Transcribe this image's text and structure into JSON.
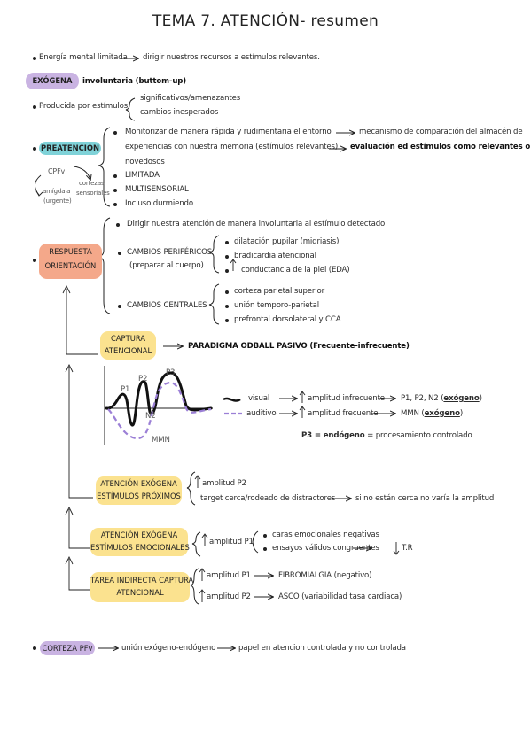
{
  "title": "TEMA 7. ATENCIÓN- resumen",
  "intro": {
    "left": "Energía mental limitada",
    "right": "dirigir nuestros recursos a estímulos relevantes."
  },
  "exogena": {
    "label": "EXÓGENA",
    "type": "involuntaria (buttom-up)",
    "produced_by": "Producida por estímulos",
    "stimuli": [
      "significativos/amenazantes",
      "cambios inesperados"
    ]
  },
  "preatencion": {
    "label": "PREATENCIÓN",
    "diagram": {
      "cpfv": "CPFv",
      "amigdala": "amígdala",
      "urgente": "(urgente)",
      "cortezas": "cortezas",
      "sensoriales": "sensoriales"
    },
    "items": [
      {
        "line1": "Monitorizar de manera rápida y rudimentaria el entorno",
        "arrow_text": "mecanismo de comparación del almacén de",
        "line2": "experiencias con nuestra memoria (estímulos relevantes)",
        "arrow_text2": "evaluación ed estímulos como relevantes o",
        "line3": "novedosos"
      },
      {
        "text": "LIMITADA"
      },
      {
        "text": "MULTISENSORIAL"
      },
      {
        "text": "Incluso durmiendo"
      }
    ]
  },
  "respuesta": {
    "label_line1": "RESPUESTA",
    "label_line2": "ORIENTACIÓN",
    "first": "Dirigir nuestra atención de manera involuntaria al estímulo detectado",
    "perifericos": {
      "label": "CAMBIOS PERIFÉRICOS",
      "sub": "(preparar al cuerpo)",
      "items": [
        "dilatación pupilar (midriasis)",
        "bradicardia atencional",
        "conductancia de la piel (EDA)"
      ]
    },
    "centrales": {
      "label": "CAMBIOS CENTRALES",
      "items": [
        "corteza parietal superior",
        "unión temporo-parietal",
        "prefrontal dorsolateral y CCA"
      ]
    }
  },
  "captura": {
    "label_line1": "CAPTURA",
    "label_line2": "ATENCIONAL",
    "paradigm": "PARADIGMA ODBALL PASIVO (Frecuente-infrecuente)"
  },
  "erp": {
    "labels": {
      "p1": "P1",
      "p2": "P2",
      "p3": "P3",
      "n2": "N2",
      "mmn": "MMN"
    },
    "visual": {
      "label": "visual",
      "amp": "amplitud infrecuente",
      "result_prefix": "P1, P2, N2 (",
      "result_ex": "exógeno",
      "result_suffix": ")"
    },
    "auditivo": {
      "label": "auditivo",
      "amp": "amplitud frecuente",
      "result_prefix": "MMN (",
      "result_ex": "exógeno",
      "result_suffix": ")"
    },
    "p3_bold": "P3 = endógeno",
    "p3_rest": "= procesamiento controlado",
    "colors": {
      "visual": "#111111",
      "auditivo": "#9b7fd6"
    }
  },
  "proximos": {
    "label_line1": "ATENCIÓN EXÓGENA",
    "label_line2": "ESTÍMULOS PRÓXIMOS",
    "amp": "amplitud P2",
    "target": "target cerca/rodeado de distractores",
    "result": "si no están cerca no varía la amplitud"
  },
  "emocionales": {
    "label_line1": "ATENCIÓN EXÓGENA",
    "label_line2": "ESTÍMULOS EMOCIONALES",
    "amp": "amplitud P1",
    "items": [
      "caras emocionales negativas",
      "ensayos válidos congruentes"
    ],
    "tr": "T.R"
  },
  "tarea": {
    "label_line1": "TAREA INDIRECTA CAPTURA",
    "label_line2": "ATENCIONAL",
    "row1": {
      "amp": "amplitud P1",
      "result": "FIBROMIALGIA (negativo)"
    },
    "row2": {
      "amp": "amplitud P2",
      "result": "ASCO (variabilidad tasa cardiaca)"
    }
  },
  "corteza": {
    "label": "CORTEZA PFv",
    "middle": "unión exógeno-endógeno",
    "end": "papel en atencion controlada y no controlada"
  }
}
